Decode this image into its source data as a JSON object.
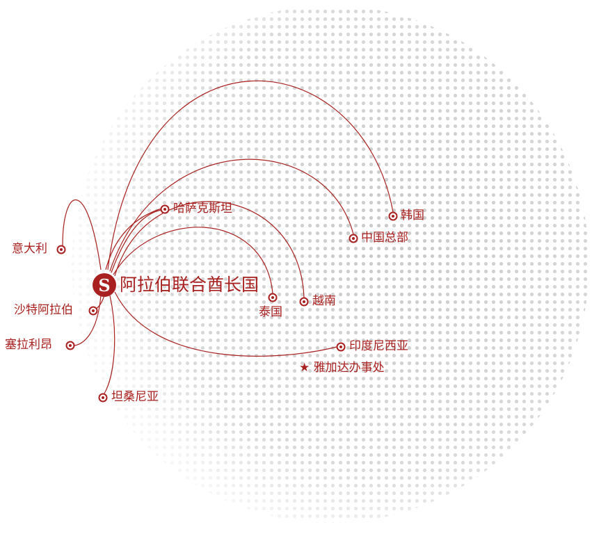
{
  "accent_color": "#a8201f",
  "hub": {
    "label": "阿拉伯联合酋长国",
    "logo_icon": "s-logo-icon"
  },
  "destinations": [
    {
      "id": "korea",
      "label": "韩国"
    },
    {
      "id": "china",
      "label": "中国总部"
    },
    {
      "id": "kazakhstan",
      "label": "哈萨克斯坦"
    },
    {
      "id": "italy",
      "label": "意大利"
    },
    {
      "id": "thailand",
      "label": "泰国"
    },
    {
      "id": "vietnam",
      "label": "越南"
    },
    {
      "id": "saudi",
      "label": "沙特阿拉伯"
    },
    {
      "id": "sierra-leone",
      "label": "塞拉利昂"
    },
    {
      "id": "indonesia",
      "label": "印度尼西亚"
    },
    {
      "id": "tanzania",
      "label": "坦桑尼亚"
    }
  ],
  "office": {
    "label": "雅加达办事处",
    "icon": "star-icon"
  }
}
